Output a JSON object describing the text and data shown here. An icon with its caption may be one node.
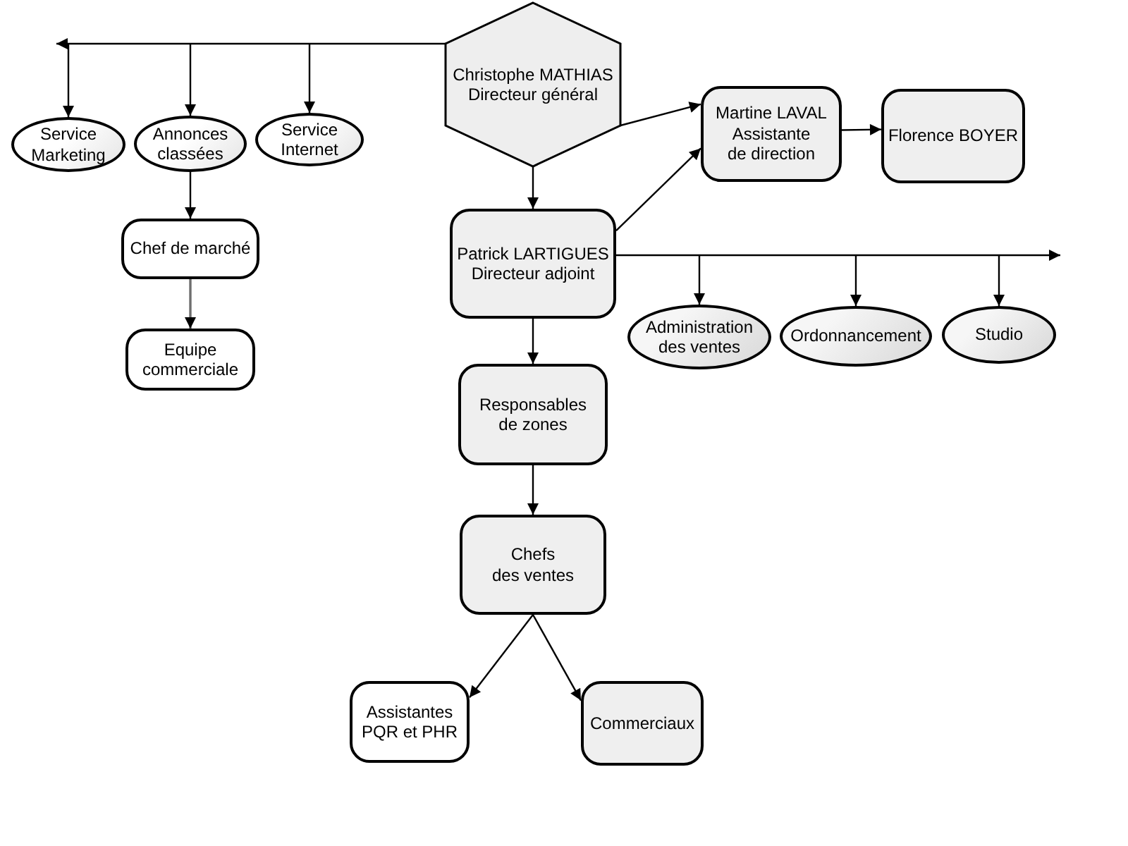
{
  "diagram": {
    "nodes": [
      {
        "text": [
          "Christophe MATHIAS",
          "Directeur général"
        ]
      },
      {
        "text": [
          "Service Marketing"
        ]
      },
      {
        "text": [
          "Annonces classées"
        ]
      },
      {
        "text": [
          "Service Internet"
        ]
      },
      {
        "text": [
          "Chef de marché"
        ]
      },
      {
        "text": [
          "Equipe commerciale"
        ]
      },
      {
        "text": [
          "Martine LAVAL",
          "Assistante de direction"
        ]
      },
      {
        "text": [
          "Florence BOYER"
        ]
      },
      {
        "text": [
          "Patrick LARTIGUES",
          "Directeur adjoint"
        ]
      },
      {
        "text": [
          "Administration des ventes"
        ]
      },
      {
        "text": [
          "Ordonnancement"
        ]
      },
      {
        "text": [
          "Studio"
        ]
      },
      {
        "text": [
          "Responsables de zones"
        ]
      },
      {
        "text": [
          "Chefs des ventes"
        ]
      },
      {
        "text": [
          "Assistantes PQR et PHR"
        ]
      },
      {
        "text": [
          "Commerciaux"
        ]
      }
    ],
    "edges": [
      {
        "from": 0,
        "to": null,
        "arrow": "to"
      },
      {
        "from": 0,
        "to": 1,
        "arrow": "to"
      },
      {
        "from": 0,
        "to": 2,
        "arrow": "to"
      },
      {
        "from": 0,
        "to": 3,
        "arrow": "to"
      },
      {
        "from": 2,
        "to": 4,
        "arrow": "to"
      },
      {
        "from": 4,
        "to": 5,
        "arrow": "to",
        "color": "#6e6e6e"
      },
      {
        "from": 0,
        "to": 8,
        "arrow": "to"
      },
      {
        "from": 0,
        "to": 6,
        "arrow": "to"
      },
      {
        "from": 8,
        "to": 6,
        "arrow": "to"
      },
      {
        "from": 6,
        "to": 7,
        "arrow": "to"
      },
      {
        "from": 8,
        "to": null,
        "arrow": "to"
      },
      {
        "from": 8,
        "to": 9,
        "arrow": "to"
      },
      {
        "from": 8,
        "to": 10,
        "arrow": "to"
      },
      {
        "from": 8,
        "to": 11,
        "arrow": "to"
      },
      {
        "from": 8,
        "to": 12,
        "arrow": "to"
      },
      {
        "from": 12,
        "to": 13,
        "arrow": "to"
      },
      {
        "from": 13,
        "to": 14,
        "arrow": "to"
      },
      {
        "from": 13,
        "to": 15,
        "arrow": "to"
      }
    ]
  }
}
